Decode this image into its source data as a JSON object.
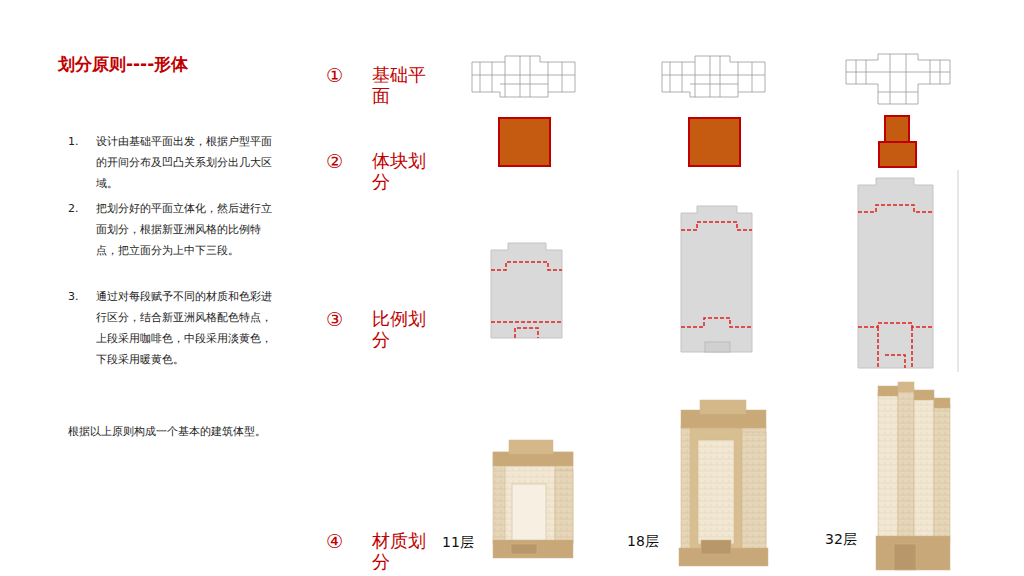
{
  "diagram": {
    "title": "划分原则----形体",
    "labels": [
      "1.",
      "设计由基础平面出发，根据户型平面的开间分布及凹凸关系划分出几大区域。",
      "2.",
      "把划分好的平面立体化，然后进行立面划分，根据新亚洲风格的比例特点，把立面分为上中下三段。",
      "3.",
      "通过对每段赋予不同的材质和色彩进行区分，结合新亚洲风格配色特点，上段采用咖啡色，中段采用淡黄色，下段采用暖黄色。",
      "根据以上原则构成一个基本的建筑体型。",
      "①",
      "基础平面",
      "②",
      "体块划分",
      "③",
      "比例划分",
      "④",
      "材质划分",
      "11层",
      "18层",
      "32层"
    ]
  }
}
